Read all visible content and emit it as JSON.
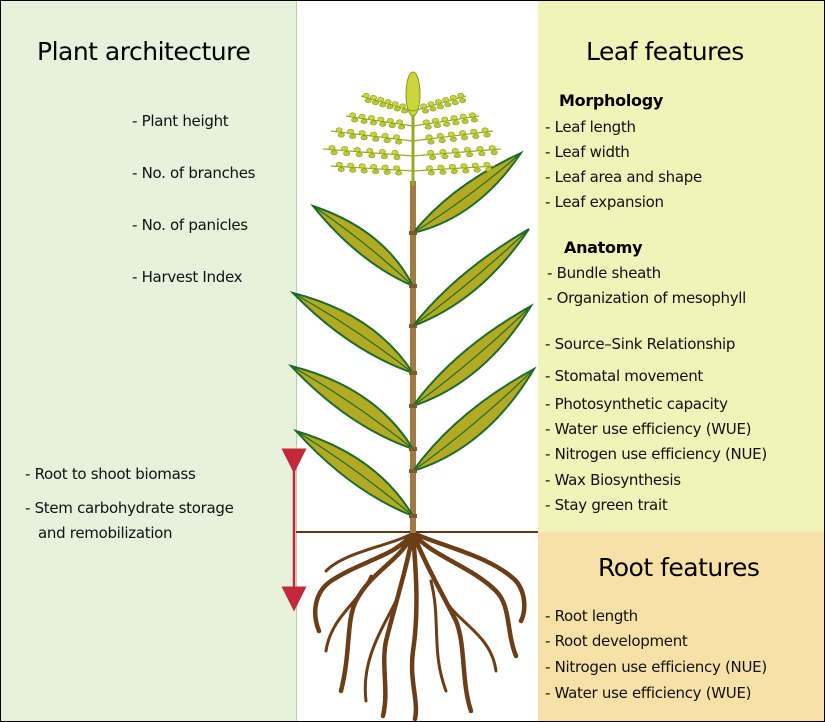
{
  "left": {
    "title": "Plant architecture",
    "items": [
      "- Plant height",
      "- No. of branches",
      "- No. of panicles",
      "- Harvest Index"
    ],
    "lower_items": [
      "- Root to shoot biomass",
      "- Stem carbohydrate storage",
      "and remobilization"
    ]
  },
  "leaf": {
    "title": "Leaf features",
    "morphology_heading": "Morphology",
    "morphology_items": [
      "- Leaf length",
      "- Leaf width",
      "- Leaf area and shape",
      "- Leaf expansion"
    ],
    "anatomy_heading": "Anatomy",
    "anatomy_items": [
      "- Bundle sheath",
      "- Organization of mesophyll"
    ],
    "other_items": [
      "- Source–Sink Relationship",
      "- Stomatal movement",
      "- Photosynthetic capacity",
      "- Water use efficiency (WUE)",
      "- Nitrogen use efficiency (NUE)",
      "- Wax Biosynthesis",
      "- Stay green trait"
    ]
  },
  "root": {
    "title": "Root features",
    "items": [
      "- Root length",
      "- Root development",
      "- Nitrogen use efficiency (NUE)",
      "- Water use efficiency (WUE)"
    ]
  },
  "colors": {
    "left_panel": "#e6f2dc",
    "leaf_panel": "#f0f4b8",
    "root_panel": "#f8e1a6",
    "leaf_fill": "#b3aa24",
    "leaf_edge": "#1e6b2a",
    "stem": "#a07a40",
    "root": "#6b3e18",
    "arrow": "#c4283a",
    "panicle": "#c9d63a"
  }
}
